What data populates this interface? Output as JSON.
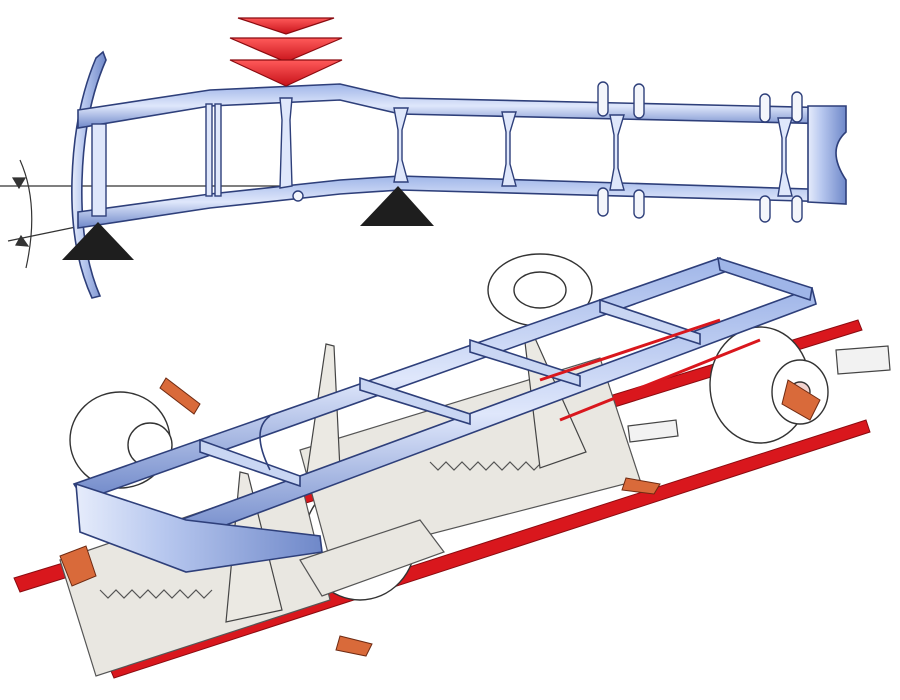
{
  "figure": {
    "views": [
      "frame-side-view",
      "straightening-bench-isometric"
    ],
    "colors": {
      "frame_blue": "#7f9ad6",
      "frame_blue_light": "#dfe7fb",
      "frame_outline": "#2e3f7a",
      "force_arrow_red": "#e0262c",
      "support_black": "#1e1e1e",
      "rail_red": "#d9171d",
      "clamp_orange": "#d96a3a",
      "bench_gray": "#e9e7e1",
      "line_dark": "#333333"
    },
    "force_arrow_count": 3,
    "support_triangle_count": 2,
    "wheel_count": 4
  }
}
